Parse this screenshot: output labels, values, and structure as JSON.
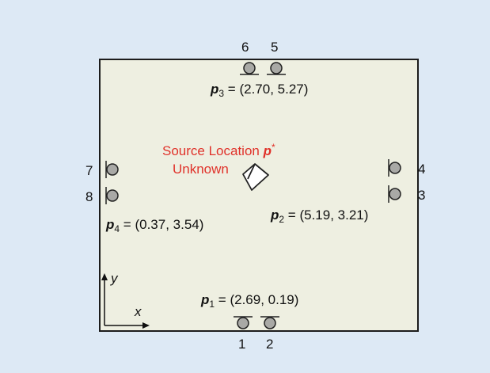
{
  "microphones": [
    {
      "id": "1",
      "label": "1"
    },
    {
      "id": "2",
      "label": "2"
    },
    {
      "id": "3",
      "label": "3"
    },
    {
      "id": "4",
      "label": "4"
    },
    {
      "id": "5",
      "label": "5"
    },
    {
      "id": "6",
      "label": "6"
    },
    {
      "id": "7",
      "label": "7"
    },
    {
      "id": "8",
      "label": "8"
    }
  ],
  "positions": {
    "p1": {
      "symbol": "p",
      "sub": "1",
      "coords": " = (2.69, 0.19)"
    },
    "p2": {
      "symbol": "p",
      "sub": "2",
      "coords": " = (5.19, 3.21)"
    },
    "p3": {
      "symbol": "p",
      "sub": "3",
      "coords": " = (2.70, 5.27)"
    },
    "p4": {
      "symbol": "p",
      "sub": "4",
      "coords": " = (0.37, 3.54)"
    }
  },
  "source": {
    "line1": "Source Location ",
    "symbol": "p",
    "sup": "*",
    "line2": "Unknown"
  },
  "axes": {
    "x": "x",
    "y": "y"
  },
  "colors": {
    "background": "#dde9f5",
    "room": "#eeefe1",
    "source_text": "#e0322a",
    "mic_fill": "#a9a9a6"
  }
}
